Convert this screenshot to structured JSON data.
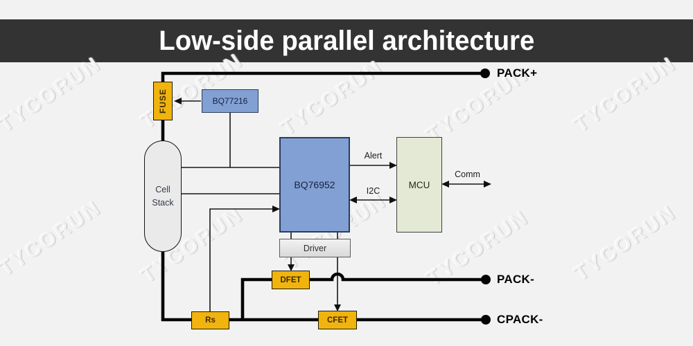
{
  "header": {
    "title": "Low-side parallel architecture",
    "bg_color": "#333333",
    "text_color": "#ffffff"
  },
  "watermark": {
    "text": "TYCORUN"
  },
  "diagram": {
    "blocks": {
      "fuse": {
        "label": "FUSE"
      },
      "bq77216": {
        "label": "BQ77216"
      },
      "cell_stack": {
        "label_line1": "Cell",
        "label_line2": "Stack"
      },
      "bq76952": {
        "label": "BQ76952"
      },
      "mcu": {
        "label": "MCU"
      },
      "driver": {
        "label": "Driver"
      },
      "dfet": {
        "label": "DFET"
      },
      "cfet": {
        "label": "CFET"
      },
      "rs": {
        "label": "Rs"
      }
    },
    "signals": {
      "alert": "Alert",
      "i2c": "I2C",
      "comm": "Comm"
    },
    "terminals": {
      "pack_plus": "PACK+",
      "pack_minus": "PACK-",
      "cpack_minus": "CPACK-"
    },
    "colors": {
      "fet_fill": "#F1B30E",
      "ic_blue_fill": "#82A0D3",
      "mcu_fill": "#E3E9D4",
      "passive_gray_fill": "#EAEAEA",
      "wire": "#050505",
      "background": "#f1f2f1"
    }
  }
}
